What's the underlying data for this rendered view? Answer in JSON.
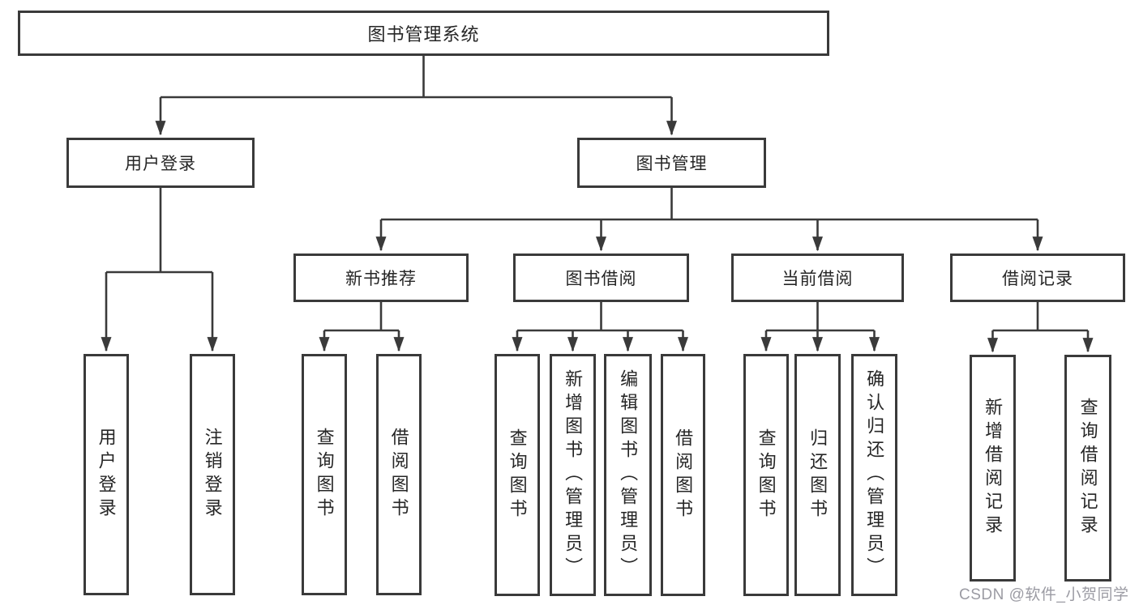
{
  "diagram": {
    "watermark": "CSDN @软件_小贺同学",
    "colors": {
      "line": "#3a3a3a",
      "box_fill": "#ffffff",
      "text": "#262626",
      "watermark_text": "#9b9ba3",
      "background": "#ffffff"
    },
    "root": {
      "label": "图书管理系统"
    },
    "branches": [
      {
        "label": "用户登录",
        "children": [
          {
            "label": "用户登录"
          },
          {
            "label": "注销登录"
          }
        ]
      },
      {
        "label": "图书管理",
        "children": [
          {
            "label": "新书推荐",
            "children": [
              {
                "label": "查询图书"
              },
              {
                "label": "借阅图书"
              }
            ]
          },
          {
            "label": "图书借阅",
            "children": [
              {
                "label": "查询图书"
              },
              {
                "label": "新增图书（管理员）"
              },
              {
                "label": "编辑图书（管理员）"
              },
              {
                "label": "借阅图书"
              }
            ]
          },
          {
            "label": "当前借阅",
            "children": [
              {
                "label": "查询图书"
              },
              {
                "label": "归还图书"
              },
              {
                "label": "确认归还（管理员）"
              }
            ]
          },
          {
            "label": "借阅记录",
            "children": [
              {
                "label": "新增借阅记录"
              },
              {
                "label": "查询借阅记录"
              }
            ]
          }
        ]
      }
    ]
  }
}
